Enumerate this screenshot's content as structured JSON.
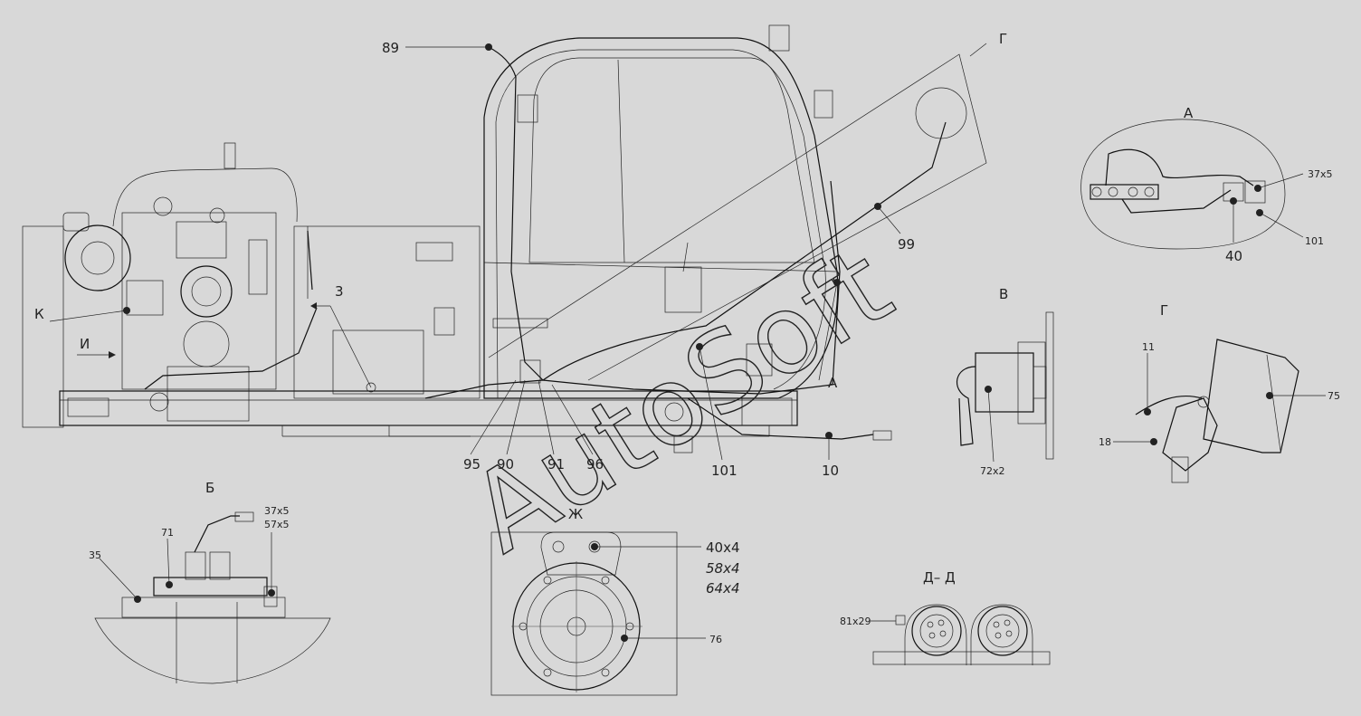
{
  "watermark": "AutoSoft",
  "main": {
    "labels": {
      "c89": "89",
      "g": "Г",
      "c99": "99",
      "k": "К",
      "i": "И",
      "c3": "3",
      "a": "А",
      "c95": "95",
      "c90": "90",
      "c91": "91",
      "c96": "96",
      "c101": "101",
      "c10": "10"
    }
  },
  "view_a": {
    "title": "А",
    "c37x5": "37x5",
    "c40": "40",
    "c101": "101"
  },
  "view_v": {
    "title": "В",
    "c72x2": "72x2"
  },
  "view_g": {
    "title": "Г",
    "c11": "11",
    "c18": "18",
    "c75": "75"
  },
  "view_b": {
    "title": "Б",
    "c71": "71",
    "c37x5": "37x5",
    "c57x5": "57x5",
    "c35": "35"
  },
  "view_zh": {
    "title": "Ж",
    "c40x4": "40x4",
    "c58x4": "58x4",
    "c64x4": "64x4",
    "c76": "76"
  },
  "view_dd": {
    "title": "Д– Д",
    "c81x29": "81x29"
  }
}
